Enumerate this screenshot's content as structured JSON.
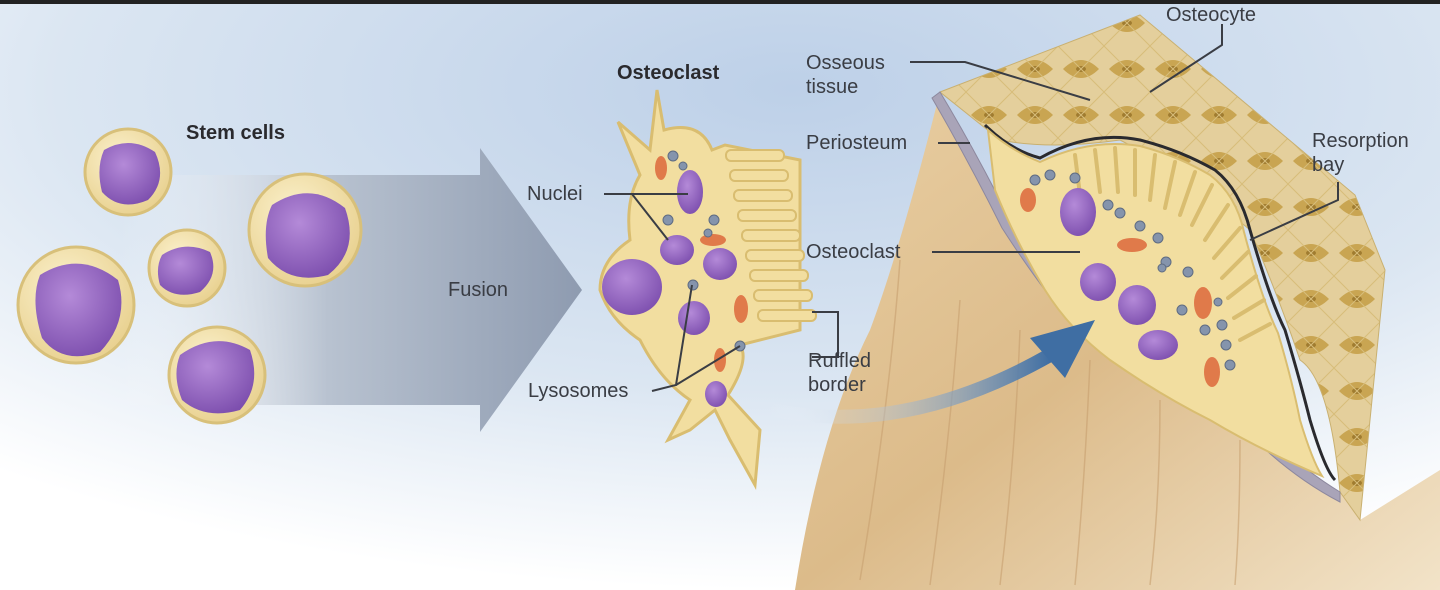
{
  "labels": {
    "stem_cells": "Stem cells",
    "fusion": "Fusion",
    "osteoclast_title": "Osteoclast",
    "nuclei": "Nuclei",
    "lysosomes": "Lysosomes",
    "ruffled_border": "Ruffled\nborder",
    "osseous_tissue": "Osseous\ntissue",
    "periosteum": "Periosteum",
    "osteoclast_bone": "Osteoclast",
    "osteocyte": "Osteocyte",
    "resorption_bay": "Resorption\nbay"
  },
  "colors": {
    "background_blue": "#c9d9ec",
    "cell_membrane": "#f0dfa6",
    "cell_rim": "#c9b070",
    "nucleus": "#9a6cc4",
    "nucleus_dark": "#7a4aa8",
    "fusion_arrow": "#9aa6b8",
    "bone": "#e6c99b",
    "bone_dark": "#c9a373",
    "periosteum": "#a9a4b8",
    "osseous": "#d4b36a",
    "mitochondria": "#e07a4a",
    "lysosome": "#7f8ea6",
    "curved_arrow": "#4a78aa",
    "leader_line": "#3a3d44"
  }
}
